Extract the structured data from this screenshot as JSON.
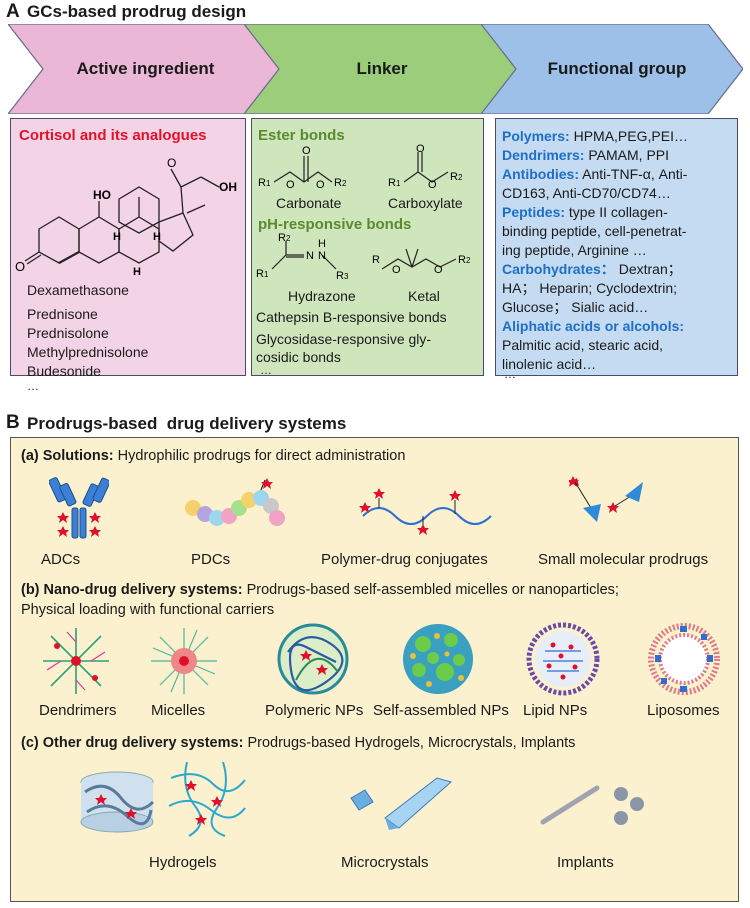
{
  "sectionA": {
    "letter": "A",
    "title": "GCs-based prodrug design",
    "chevrons": [
      "Active ingredient",
      "Linker",
      "Functional group"
    ],
    "colors": {
      "pink": "#ebb7d6",
      "green": "#9ccd7a",
      "blue": "#9cc0e8",
      "pinkPanel": "#f3d4e6",
      "greenPanel": "#cfe6bd",
      "bluePanel": "#c4dbf2"
    },
    "active": {
      "heading": "Cortisol and its analogues",
      "drugs": [
        "Dexamethasone",
        "Prednisone",
        "Prednisolone",
        "Methylprednisolone",
        "Budesonide",
        "…"
      ],
      "structure_labels": {
        "o1": "O",
        "oh1": "OH",
        "ho": "HO",
        "h1": "H",
        "h2": "H",
        "h3": "H",
        "o2": "O"
      }
    },
    "linker": {
      "ester_heading": "Ester bonds",
      "carbonate": "Carbonate",
      "carboxylate": "Carboxylate",
      "ph_heading": "pH-responsive bonds",
      "hydrazone": "Hydrazone",
      "ketal": "Ketal",
      "cathepsin": "Cathepsin B-responsive bonds",
      "glyco1": "Glycosidase-responsive gly-",
      "glyco2": "cosidic bonds",
      "more": "…",
      "r_labels": {
        "r1": "R",
        "r2": "R",
        "n": "N",
        "h": "H",
        "o": "O",
        "sub1": "1",
        "sub2": "2",
        "sub3": "3"
      }
    },
    "functional": {
      "polymers_h": "Polymers:",
      "polymers_t": "HPMA,PEG,PEI…",
      "dendrimers_h": "Dendrimers:",
      "dendrimers_t": "PAMAM, PPI",
      "antibodies_h": "Antibodies:",
      "antibodies_t": "Anti-TNF-α, Anti-",
      "antibodies_t2": "CD163, Anti-CD70/CD74…",
      "peptides_h": "Peptides:",
      "peptides_t": "type II collagen-",
      "peptides_t2": "binding peptide, cell-penetrat-",
      "peptides_t3": "ing peptide, Arginine …",
      "carbs_h": "Carbohydrates：",
      "carbs_t": "Dextran；",
      "carbs_t2": "HA； Heparin; Cyclodextrin;",
      "carbs_t3": "Glucose； Sialic acid…",
      "aliph_h": "Aliphatic acids or alcohols:",
      "aliph_t": "Palmitic acid, stearic acid,",
      "aliph_t2": "linolenic acid…",
      "more": "…"
    }
  },
  "sectionB": {
    "letter": "B",
    "title": "Prodrugs-based  drug delivery systems",
    "a_head": "(a) Solutions:",
    "a_text": "Hydrophilic prodrugs for direct administration",
    "a_items": [
      "ADCs",
      "PDCs",
      "Polymer-drug conjugates",
      "Small molecular prodrugs"
    ],
    "b_head": "(b) Nano-drug delivery systems:",
    "b_text": "Prodrugs-based self-assembled micelles or nanoparticles;",
    "b_text2": "Physical loading with functional carriers",
    "b_items": [
      "Dendrimers",
      "Micelles",
      "Polymeric NPs",
      "Self-assembled NPs",
      "Lipid NPs",
      "Liposomes"
    ],
    "c_head": "(c) Other drug delivery systems:",
    "c_text": "Prodrugs-based Hydrogels, Microcrystals, Implants",
    "c_items": [
      "Hydrogels",
      "Microcrystals",
      "Implants"
    ],
    "colors": {
      "panel": "#fbf1cf",
      "drug": "#e0102a",
      "blue": "#2f6fd0"
    }
  }
}
